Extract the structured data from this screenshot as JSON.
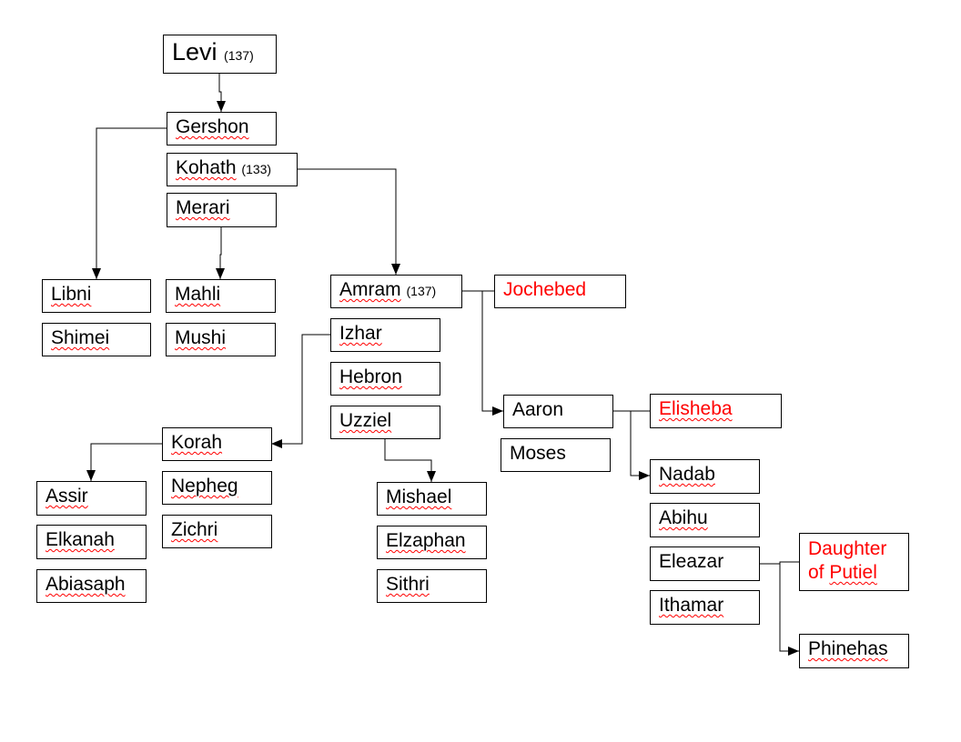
{
  "persons": {
    "levi": {
      "name": "Levi",
      "age": "(137)"
    },
    "gershon": {
      "name": "Gershon"
    },
    "kohath": {
      "name": "Kohath",
      "age": "(133)"
    },
    "merari": {
      "name": "Merari"
    },
    "libni": {
      "name": "Libni"
    },
    "shimei": {
      "name": "Shimei"
    },
    "mahli": {
      "name": "Mahli"
    },
    "mushi": {
      "name": "Mushi"
    },
    "amram": {
      "name": "Amram",
      "age": "(137)"
    },
    "jochebed": {
      "name": "Jochebed"
    },
    "izhar": {
      "name": "Izhar"
    },
    "hebron": {
      "name": "Hebron"
    },
    "uzziel": {
      "name": "Uzziel"
    },
    "korah": {
      "name": "Korah"
    },
    "nepheg": {
      "name": "Nepheg"
    },
    "zichri": {
      "name": "Zichri"
    },
    "assir": {
      "name": "Assir"
    },
    "elkanah": {
      "name": "Elkanah"
    },
    "abiasaph": {
      "name": "Abiasaph"
    },
    "mishael": {
      "name": "Mishael"
    },
    "elzaphan": {
      "name": "Elzaphan"
    },
    "sithri": {
      "name": "Sithri"
    },
    "aaron": {
      "name": "Aaron"
    },
    "moses": {
      "name": "Moses"
    },
    "elisheba": {
      "name": "Elisheba"
    },
    "nadab": {
      "name": "Nadab"
    },
    "abihu": {
      "name": "Abihu"
    },
    "eleazar": {
      "name": "Eleazar"
    },
    "ithamar": {
      "name": "Ithamar"
    },
    "daughter_of_putiel": {
      "line1": "Daughter",
      "line2_prefix": "of",
      "line2_name": "Putiel"
    },
    "phinehas": {
      "name": "Phinehas"
    }
  },
  "colors": {
    "spouse": "#ff0000",
    "line": "#000000"
  }
}
